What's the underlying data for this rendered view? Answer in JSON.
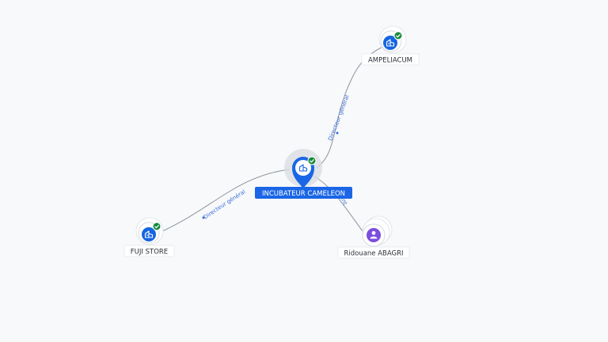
{
  "center": {
    "label": "INCUBATEUR CAMELEON",
    "verified": true,
    "type": "company"
  },
  "nodes": [
    {
      "id": "ampeliacum",
      "label": "AMPELIACUM",
      "type": "company",
      "verified": true
    },
    {
      "id": "fuji",
      "label": "FUJI STORE",
      "type": "company",
      "verified": true
    },
    {
      "id": "ridouane",
      "label": "Ridouane ABAGRI",
      "type": "person",
      "verified": false
    }
  ],
  "edges": [
    {
      "from": "center",
      "to": "ampeliacum",
      "label": "Directeur général"
    },
    {
      "from": "center",
      "to": "fuji",
      "label": "Directeur général"
    },
    {
      "from": "center",
      "to": "ridouane",
      "label": "Président"
    }
  ],
  "colors": {
    "accent": "#1a66e6",
    "verified": "#178a3c",
    "person": "#7c4dde",
    "edge_label": "#3b6fd8"
  },
  "icons": {
    "company": "building-icon",
    "person": "person-icon",
    "verified": "check-badge-icon",
    "center": "location-pin-icon"
  }
}
